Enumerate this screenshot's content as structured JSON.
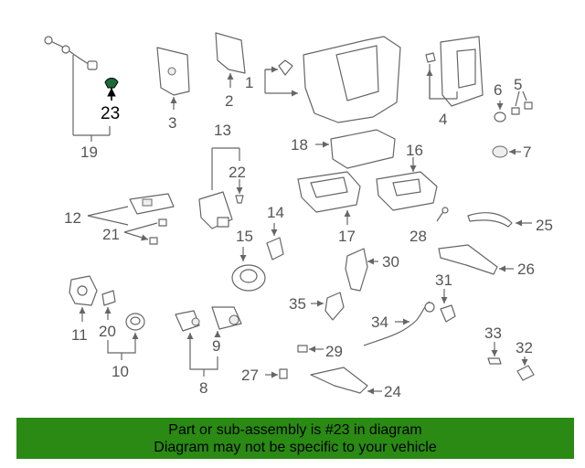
{
  "highlight_part": "23",
  "labels": {
    "l1": "1",
    "l2": "2",
    "l3": "3",
    "l4": "4",
    "l5": "5",
    "l6": "6",
    "l7": "7",
    "l8": "8",
    "l9": "9",
    "l10": "10",
    "l11": "11",
    "l12": "12",
    "l13": "13",
    "l14": "14",
    "l15": "15",
    "l16": "16",
    "l17": "17",
    "l18": "18",
    "l19": "19",
    "l20": "20",
    "l21": "21",
    "l22": "22",
    "l23": "23",
    "l24": "24",
    "l25": "25",
    "l26": "26",
    "l27": "27",
    "l28": "28",
    "l29": "29",
    "l30": "30",
    "l31": "31",
    "l32": "32",
    "l33": "33",
    "l34": "34",
    "l35": "35"
  },
  "colors": {
    "banner": "#2a8a14",
    "highlight": "#1a6a3a"
  },
  "banner": {
    "line1": "Part or sub-assembly is #23 in diagram",
    "line2": "Diagram may not be specific to your vehicle"
  }
}
